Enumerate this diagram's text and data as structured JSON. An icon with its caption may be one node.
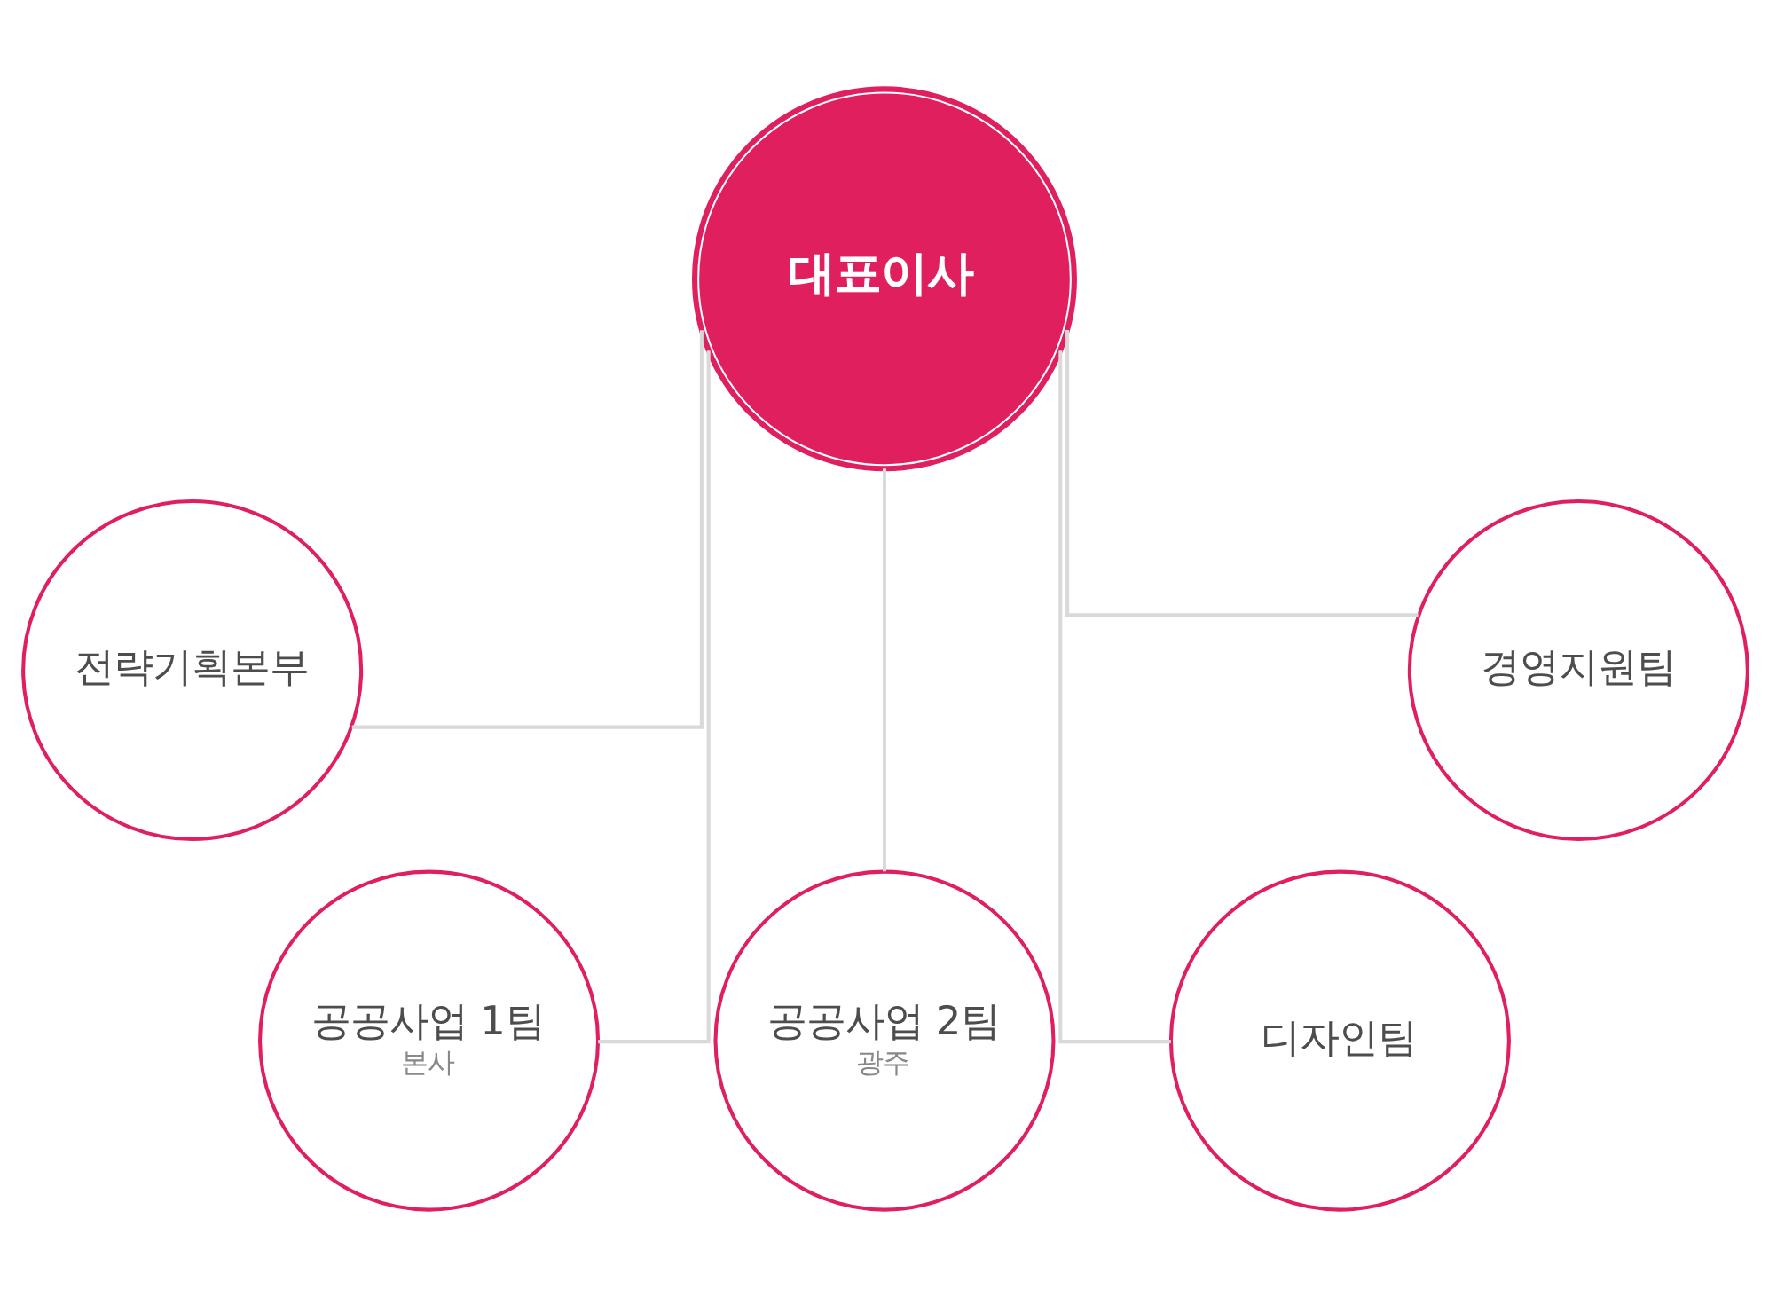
{
  "diagram": {
    "nodes": [
      {
        "text": [
          "대표이사"
        ]
      },
      {
        "text": [
          "전략기획본부"
        ]
      },
      {
        "text": [
          "경영지원팀"
        ]
      },
      {
        "text": [
          "공공사업 1팀",
          "본사"
        ]
      },
      {
        "text": [
          "공공사업 2팀",
          "광주"
        ]
      },
      {
        "text": [
          "디자인팀"
        ]
      }
    ],
    "edges": [
      {
        "from": 0,
        "to": 1,
        "arrow": "none"
      },
      {
        "from": 0,
        "to": 3,
        "arrow": "none"
      },
      {
        "from": 0,
        "to": 4,
        "arrow": "none"
      },
      {
        "from": 0,
        "to": 5,
        "arrow": "none"
      },
      {
        "from": 0,
        "to": 2,
        "arrow": "none"
      }
    ]
  }
}
